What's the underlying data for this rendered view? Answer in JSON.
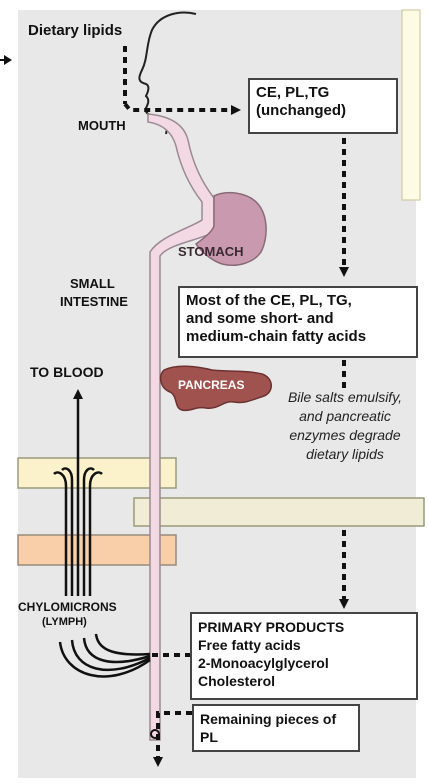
{
  "labels": {
    "dietary_lipids": "Dietary lipids",
    "mouth": "MOUTH",
    "stomach": "STOMACH",
    "small": "SMALL",
    "intestine": "INTESTINE",
    "to_blood": "TO BLOOD",
    "pancreas": "PANCREAS",
    "chylomicrons": "CHYLOMICRONS",
    "lymph": "(LYMPH)"
  },
  "boxes": {
    "unchanged": [
      "CE, PL,TG",
      "(unchanged)"
    ],
    "most": [
      "Most of the CE, PL, TG,",
      "and some short- and",
      "medium-chain fatty acids"
    ],
    "primary": [
      "PRIMARY PRODUCTS",
      "Free fatty acids",
      "2-Monoacylglycerol",
      "Cholesterol"
    ],
    "remaining": [
      "Remaining pieces of",
      "PL"
    ]
  },
  "bile_text": [
    "Bile salts emulsify,",
    "and pancreatic",
    "enzymes degrade",
    "dietary lipids"
  ],
  "colors": {
    "panel": "#e8e8e8",
    "tube": "#f3d9e4",
    "tube_outline": "#9a8a90",
    "stomach": "#c99aaf",
    "pancreas": "#a0524f",
    "bar_cream": "#fbf2cc",
    "bar_tan": "#f0ecd6",
    "bar_peach": "#f8cfa8",
    "yellow_panel": "#fdfbe3"
  }
}
